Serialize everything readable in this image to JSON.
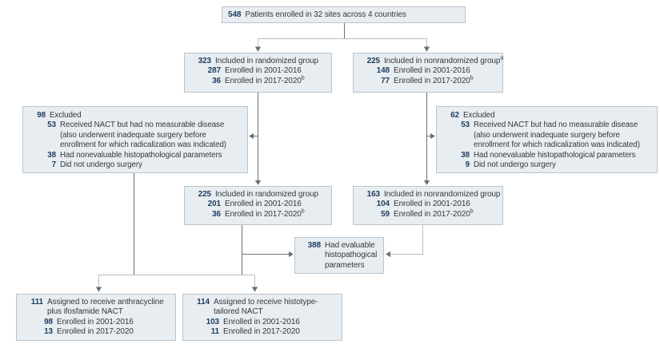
{
  "palette": {
    "box_fill": "#e8edf1",
    "box_border": "#b9c5cc",
    "number_color": "#1d3c5e",
    "text_color": "#33383c",
    "line_dark": "#6b7174",
    "line_light": "#b6bdc2"
  },
  "boxes": {
    "enrolled": {
      "n": "548",
      "t": "Patients enrolled in 32 sites across 4 countries"
    },
    "randomized_initial": {
      "rows": [
        {
          "n": "323",
          "t": "Included in randomized group"
        },
        {
          "n": "287",
          "t": "Enrolled in 2001-2016"
        },
        {
          "n": "36",
          "t": "Enrolled in 2017-2020",
          "sup": "b"
        }
      ]
    },
    "nonrandomized_initial": {
      "rows": [
        {
          "n": "225",
          "t": "Included in nonrandomized group",
          "sup": "a"
        },
        {
          "n": "148",
          "t": "Enrolled in 2001-2016"
        },
        {
          "n": "77",
          "t": "Enrolled in 2017-2020",
          "sup": "b"
        }
      ]
    },
    "excluded_randomized": {
      "rows": [
        {
          "n": "98",
          "t": "Excluded"
        },
        {
          "n": "53",
          "t": "Received NACT but had no measurable disease (also underwent inadequate surgery before enrollment for which radicalization was indicated)"
        },
        {
          "n": "38",
          "t": "Had nonevaluable histopathological parameters"
        },
        {
          "n": "7",
          "t": "Did not undergo surgery"
        }
      ]
    },
    "excluded_nonrandomized": {
      "rows": [
        {
          "n": "62",
          "t": "Excluded"
        },
        {
          "n": "53",
          "t": "Received NACT but had no measurable disease (also underwent inadequate surgery before enrollment for which radicalization was indicated)"
        },
        {
          "n": "38",
          "t": "Had nonevaluable histopathological parameters"
        },
        {
          "n": "9",
          "t": "Did not undergo surgery"
        }
      ]
    },
    "randomized_final": {
      "rows": [
        {
          "n": "225",
          "t": "Included in randomized group"
        },
        {
          "n": "201",
          "t": "Enrolled in 2001-2016"
        },
        {
          "n": "36",
          "t": "Enrolled in 2017-2020",
          "sup": "b"
        }
      ]
    },
    "nonrandomized_final": {
      "rows": [
        {
          "n": "163",
          "t": "Included in nonrandomized group"
        },
        {
          "n": "104",
          "t": "Enrolled in 2001-2016"
        },
        {
          "n": "59",
          "t": "Enrolled in 2017-2020",
          "sup": "b"
        }
      ]
    },
    "evaluable": {
      "n": "388",
      "t": "Had evaluable histopathogical parameters"
    },
    "anthracycline_arm": {
      "rows": [
        {
          "n": "111",
          "t": "Assigned to receive anthracycline plus ifosfamide NACT"
        },
        {
          "n": "98",
          "t": "Enrolled in 2001-2016"
        },
        {
          "n": "13",
          "t": "Enrolled in 2017-2020"
        }
      ]
    },
    "histotype_arm": {
      "rows": [
        {
          "n": "114",
          "t": "Assigned to receive histotype-tailored NACT"
        },
        {
          "n": "103",
          "t": "Enrolled in 2001-2016"
        },
        {
          "n": "11",
          "t": "Enrolled in 2017-2020"
        }
      ]
    }
  }
}
